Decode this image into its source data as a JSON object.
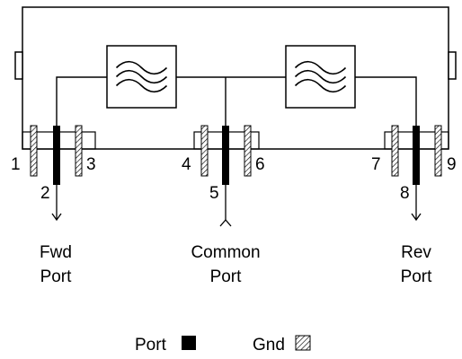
{
  "pins": [
    {
      "number": "1",
      "role": "gnd"
    },
    {
      "number": "2",
      "role": "port"
    },
    {
      "number": "3",
      "role": "gnd"
    },
    {
      "number": "4",
      "role": "gnd"
    },
    {
      "number": "5",
      "role": "port"
    },
    {
      "number": "6",
      "role": "gnd"
    },
    {
      "number": "7",
      "role": "gnd"
    },
    {
      "number": "8",
      "role": "port"
    },
    {
      "number": "9",
      "role": "gnd"
    }
  ],
  "ports": {
    "fwd": {
      "line1": "Fwd",
      "line2": "Port"
    },
    "common": {
      "line1": "Common",
      "line2": "Port"
    },
    "rev": {
      "line1": "Rev",
      "line2": "Port"
    }
  },
  "legend": {
    "port_label": "Port",
    "gnd_label": "Gnd"
  },
  "filters": [
    {
      "icon": "bandpass-filter-icon"
    },
    {
      "icon": "bandpass-filter-icon"
    }
  ],
  "colors": {
    "line": "#000000",
    "port_pin": "#000000",
    "gnd_hatch": "#000000",
    "background": "#ffffff"
  }
}
